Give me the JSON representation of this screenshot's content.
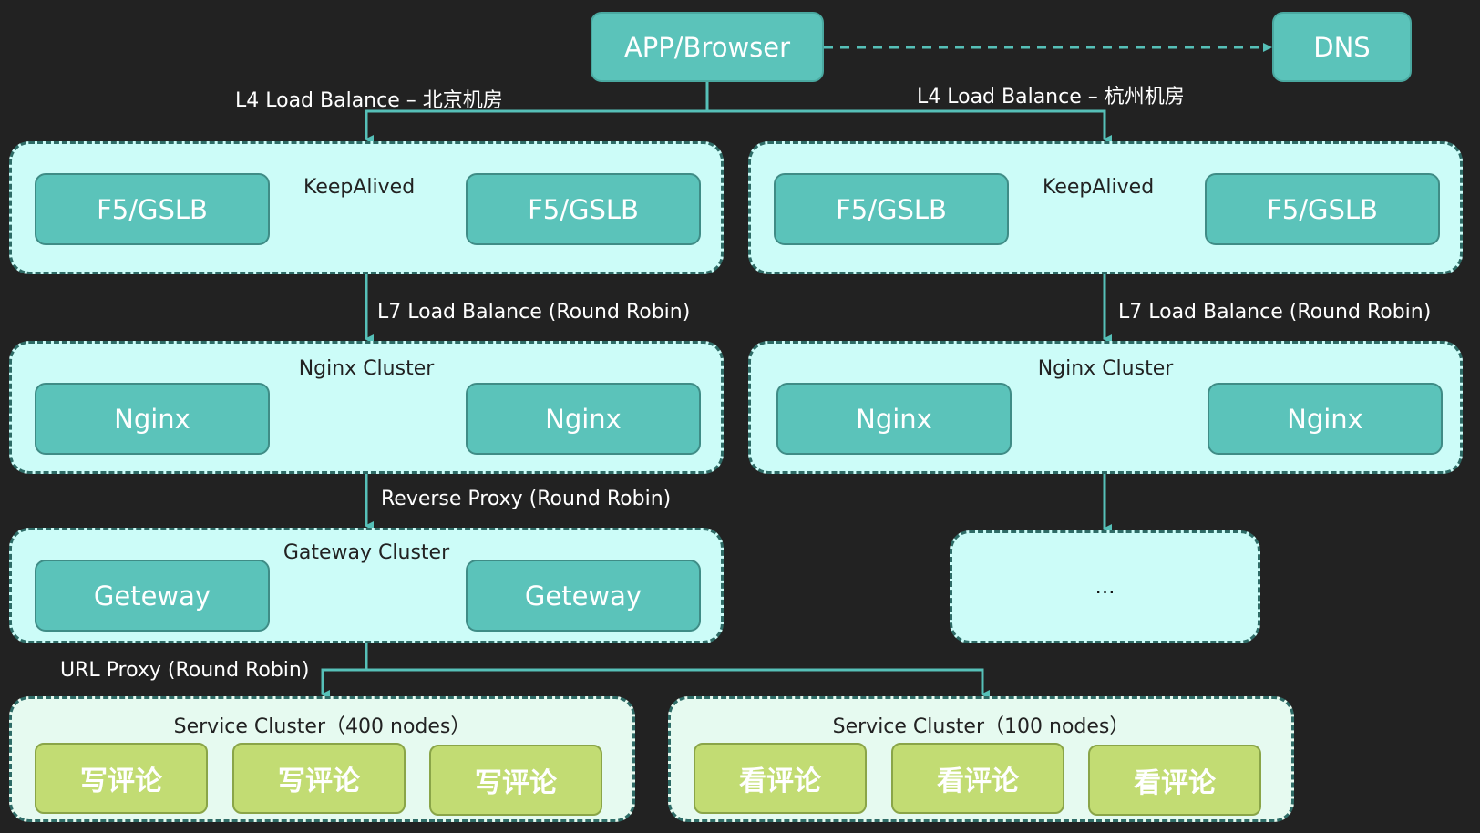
{
  "colors": {
    "background": "#222222",
    "node_teal": "#5bc3ba",
    "group_fill": "#ccfcf8",
    "service_fill": "#e6faf0",
    "service_node": "#c2dc73",
    "connector": "#56c0b8",
    "group_border": "#2e6b66"
  },
  "client": {
    "label": "APP/Browser"
  },
  "dns": {
    "label": "DNS"
  },
  "edges": {
    "l4_beijing": "L4 Load Balance – 北京机房",
    "l4_hangzhou": "L4 Load Balance – 杭州机房",
    "l7_left": "L7 Load Balance (Round Robin)",
    "l7_right": "L7 Load Balance (Round Robin)",
    "reverse_proxy": "Reverse Proxy (Round Robin)",
    "url_proxy": "URL Proxy (Round Robin)"
  },
  "beijing": {
    "lb_group": {
      "link_label": "KeepAlived",
      "nodes": [
        "F5/GSLB",
        "F5/GSLB"
      ]
    },
    "nginx_group": {
      "title": "Nginx Cluster",
      "nodes": [
        "Nginx",
        "Nginx"
      ]
    },
    "gateway_group": {
      "title": "Gateway Cluster",
      "nodes": [
        "Geteway",
        "Geteway"
      ]
    }
  },
  "hangzhou": {
    "lb_group": {
      "link_label": "KeepAlived",
      "nodes": [
        "F5/GSLB",
        "F5/GSLB"
      ]
    },
    "nginx_group": {
      "title": "Nginx Cluster",
      "nodes": [
        "Nginx",
        "Nginx"
      ]
    },
    "more": {
      "label": "…"
    }
  },
  "services": [
    {
      "title": "Service Cluster（400 nodes）",
      "nodes": [
        "写评论",
        "写评论",
        "写评论"
      ]
    },
    {
      "title": "Service Cluster（100 nodes）",
      "nodes": [
        "看评论",
        "看评论",
        "看评论"
      ]
    }
  ]
}
